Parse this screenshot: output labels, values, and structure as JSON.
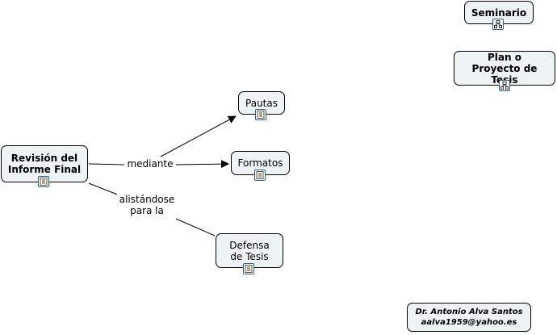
{
  "nodes": {
    "revision": "Revisión del Informe Final",
    "pautas": "Pautas",
    "formatos": "Formatos",
    "defensa": "Defensa de Tesis",
    "seminario": "Seminario",
    "plan": "Plan o Proyecto de Tesis",
    "author_name": "Dr. Antonio Alva Santos",
    "author_email": "aalva1959@yahoo.es"
  },
  "links": {
    "mediante": "mediante",
    "alistandose": "alistándose para la"
  },
  "icons": {
    "document": "document-icon",
    "concept_map": "concept-map-icon"
  },
  "colors": {
    "node_fill": "#eef3f6",
    "icon_border": "#2b5f8a"
  }
}
